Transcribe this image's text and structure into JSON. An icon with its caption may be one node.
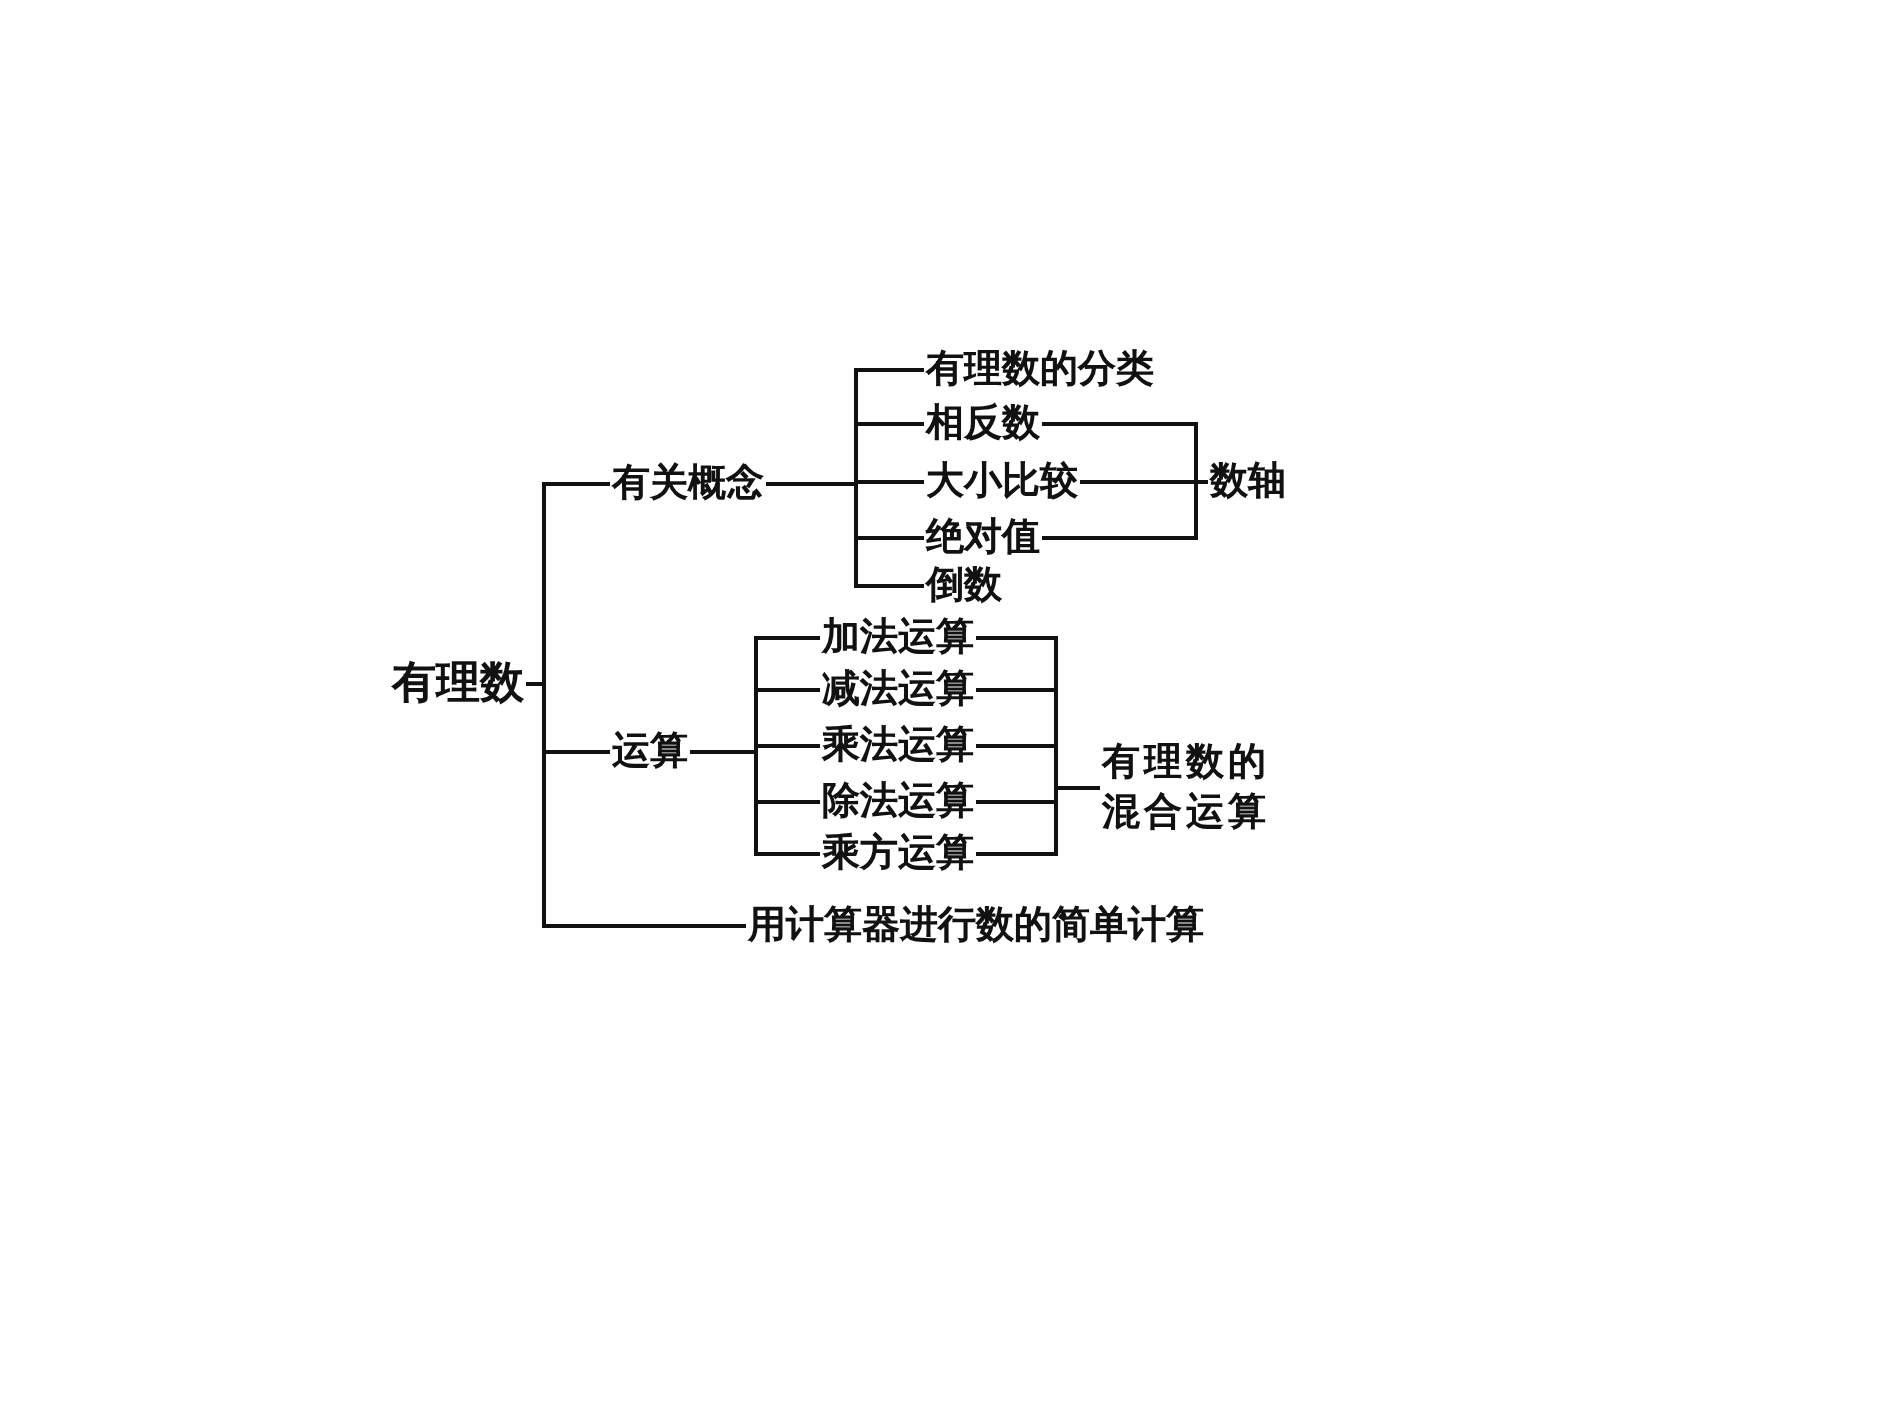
{
  "diagram": {
    "nodes": [
      {
        "text": [
          "有理数"
        ]
      },
      {
        "text": [
          "有关概念"
        ]
      },
      {
        "text": [
          "运算"
        ]
      },
      {
        "text": [
          "用计算器进行数的简单计算"
        ]
      },
      {
        "text": [
          "有理数的分类"
        ]
      },
      {
        "text": [
          "相反数"
        ]
      },
      {
        "text": [
          "大小比较"
        ]
      },
      {
        "text": [
          "绝对值"
        ]
      },
      {
        "text": [
          "倒数"
        ]
      },
      {
        "text": [
          "数轴"
        ]
      },
      {
        "text": [
          "加法运算"
        ]
      },
      {
        "text": [
          "减法运算"
        ]
      },
      {
        "text": [
          "乘法运算"
        ]
      },
      {
        "text": [
          "除法运算"
        ]
      },
      {
        "text": [
          "乘方运算"
        ]
      },
      {
        "text": [
          "有理数的混合运算"
        ]
      }
    ],
    "edges": [
      {
        "from": 0,
        "to": 1,
        "arrow": "none"
      },
      {
        "from": 0,
        "to": 2,
        "arrow": "none"
      },
      {
        "from": 0,
        "to": 3,
        "arrow": "none"
      },
      {
        "from": 1,
        "to": 4,
        "arrow": "none"
      },
      {
        "from": 1,
        "to": 5,
        "arrow": "none"
      },
      {
        "from": 1,
        "to": 6,
        "arrow": "none"
      },
      {
        "from": 1,
        "to": 7,
        "arrow": "none"
      },
      {
        "from": 1,
        "to": 8,
        "arrow": "none"
      },
      {
        "from": 5,
        "to": 9,
        "arrow": "none"
      },
      {
        "from": 6,
        "to": 9,
        "arrow": "none"
      },
      {
        "from": 7,
        "to": 9,
        "arrow": "none"
      },
      {
        "from": 2,
        "to": 10,
        "arrow": "none"
      },
      {
        "from": 2,
        "to": 11,
        "arrow": "none"
      },
      {
        "from": 2,
        "to": 12,
        "arrow": "none"
      },
      {
        "from": 2,
        "to": 13,
        "arrow": "none"
      },
      {
        "from": 2,
        "to": 14,
        "arrow": "none"
      },
      {
        "from": 10,
        "to": 15,
        "arrow": "none"
      },
      {
        "from": 11,
        "to": 15,
        "arrow": "none"
      },
      {
        "from": 12,
        "to": 15,
        "arrow": "none"
      },
      {
        "from": 13,
        "to": 15,
        "arrow": "none"
      },
      {
        "from": 14,
        "to": 15,
        "arrow": "none"
      }
    ]
  }
}
